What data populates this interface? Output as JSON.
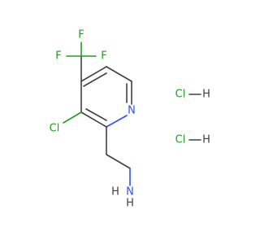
{
  "molecule": {
    "atoms": {
      "fluorine_top": "F",
      "fluorine_left": "F",
      "fluorine_right": "F",
      "chlorine_ring": "Cl",
      "ring_nitrogen": "N",
      "amine_nitrogen": "N",
      "amine_h1": "H",
      "amine_h2": "H"
    },
    "salts": [
      {
        "cl": "Cl",
        "h": "H"
      },
      {
        "cl": "Cl",
        "h": "H"
      }
    ]
  },
  "colors": {
    "bond": "#404040",
    "nitrogen": "#3050F8",
    "halogen": "#1FA01F",
    "hydrogen": "#404040"
  }
}
